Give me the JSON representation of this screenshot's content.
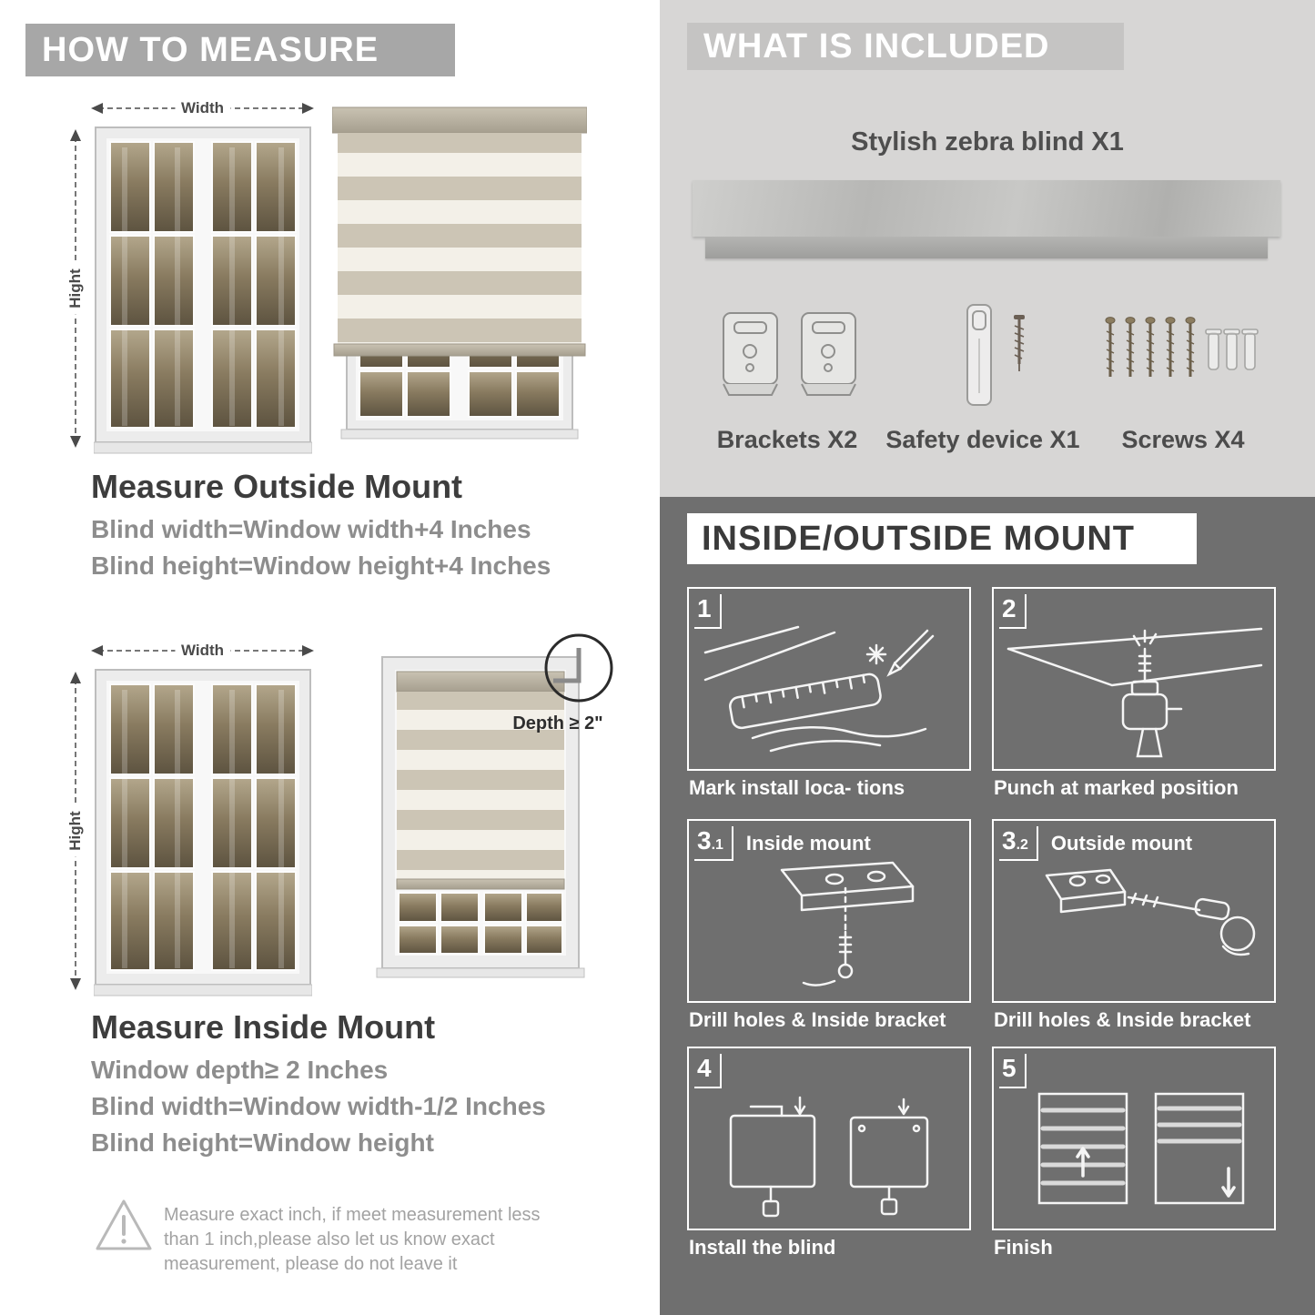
{
  "left": {
    "header": "HOW TO MEASURE",
    "diagram_outside": {
      "width_label": "Width",
      "height_label": "Hight"
    },
    "outside_mount": {
      "title": "Measure Outside Mount",
      "line1": "Blind width=Window width+4 Inches",
      "line2": "Blind height=Window height+4 Inches"
    },
    "diagram_inside": {
      "width_label": "Width",
      "height_label": "Hight",
      "depth_label": "Depth ≥ 2\""
    },
    "inside_mount": {
      "title": "Measure Inside Mount",
      "line1": "Window depth≥ 2 Inches",
      "line2": "Blind width=Window width-1/2 Inches",
      "line3": "Blind height=Window height"
    },
    "warning_text": "Measure exact inch, if meet measurement less than 1 inch,please also let us know exact measurement, please do not leave it"
  },
  "right": {
    "included": {
      "header": "WHAT IS INCLUDED",
      "blind_label": "Stylish zebra blind X1",
      "items": [
        {
          "label": "Brackets X2"
        },
        {
          "label": "Safety device X1"
        },
        {
          "label": "Screws X4"
        }
      ]
    },
    "mount": {
      "header": "INSIDE/OUTSIDE MOUNT",
      "steps": [
        {
          "num": "1",
          "caption": "Mark install loca- tions"
        },
        {
          "num": "2",
          "caption": "Punch at  marked position"
        },
        {
          "num": "3",
          "sub": ".1",
          "label": "Inside mount",
          "caption": "Drill holes &  Inside bracket"
        },
        {
          "num": "3",
          "sub": ".2",
          "label": "Outside mount",
          "caption": "Drill holes &  Inside bracket"
        },
        {
          "num": "4",
          "caption": "Install the blind"
        },
        {
          "num": "5",
          "caption": "Finish"
        }
      ]
    }
  },
  "colors": {
    "left_banner_bg": "#a7a7a7",
    "heading_text": "#3d3d3d",
    "body_text": "#8d8d8d",
    "right_top_bg": "#d7d6d5",
    "included_banner_bg": "#c5c4c3",
    "dark_section_bg": "#6f6f6f",
    "panel_border": "#ffffff",
    "blind_stripe_solid": "#ccc5b5",
    "blind_stripe_sheer": "#f3f0e8",
    "rail_color": "#b7b0a2"
  }
}
